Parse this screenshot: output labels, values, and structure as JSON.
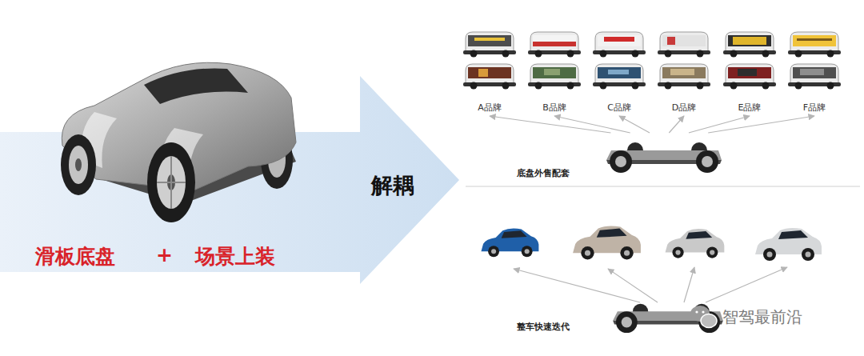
{
  "diagram": {
    "nodes": [
      {
        "text": [
          "滑板底盘",
          "+",
          "场景上装",
          "解耦"
        ]
      },
      {
        "text": [
          "底盘外售配套"
        ]
      },
      {
        "text": [
          "A品牌"
        ]
      },
      {
        "text": [
          "B品牌"
        ]
      },
      {
        "text": [
          "C品牌"
        ]
      },
      {
        "text": [
          "D品牌"
        ]
      },
      {
        "text": [
          "E品牌"
        ]
      },
      {
        "text": [
          "F品牌"
        ]
      },
      {
        "text": [
          "整车快速迭代"
        ]
      }
    ],
    "edges": [
      {
        "from": 1,
        "to": 2,
        "arrow": "to"
      },
      {
        "from": 1,
        "to": 3,
        "arrow": "to"
      },
      {
        "from": 1,
        "to": 4,
        "arrow": "to"
      },
      {
        "from": 1,
        "to": 5,
        "arrow": "to"
      },
      {
        "from": 1,
        "to": 6,
        "arrow": "to"
      },
      {
        "from": 1,
        "to": 7,
        "arrow": "to"
      }
    ],
    "labels": [
      "智驾最前沿"
    ]
  }
}
